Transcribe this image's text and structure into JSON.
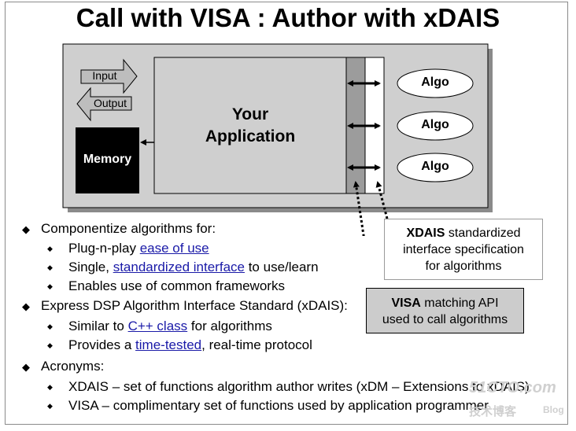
{
  "title": "Call with VISA  :  Author with xDAIS",
  "diagram": {
    "input_label": "Input",
    "output_label": "Output",
    "memory_label": "Memory",
    "app_line1": "Your",
    "app_line2": "Application",
    "algos": [
      "Algo",
      "Algo",
      "Algo"
    ]
  },
  "callouts": {
    "xdais": {
      "bold": "XDAIS",
      "line1_rest": " standardized",
      "line2": "interface specification",
      "line3": "for algorithms"
    },
    "visa": {
      "bold": "VISA",
      "line1_rest": " matching API",
      "line2": "used to call algorithms"
    }
  },
  "bullets": {
    "b1": "Componentize algorithms for:",
    "b1a_link": "ease of use",
    "b1a_pre": "Plug-n-play ",
    "b1b_pre": "Single, ",
    "b1b_link": "standardized interface",
    "b1b_post": " to use/learn",
    "b1c": "Enables use of common frameworks",
    "b2": "Express DSP Algorithm Interface Standard (xDAIS):",
    "b2a_pre": "Similar to ",
    "b2a_link": "C++ class",
    "b2a_post": " for algorithms",
    "b2b_pre": "Provides a ",
    "b2b_link": "time-tested",
    "b2b_post": ", real-time protocol",
    "b3": "Acronyms:",
    "b3a": "XDAIS – set of functions algorithm author writes (xDM – Extensions to xDAIS)",
    "b3b": "VISA   – complimentary set of functions used by application programmer"
  },
  "watermark": {
    "line1": "51CTO.com",
    "line2": "技术博客",
    "line3": "Blog"
  },
  "colors": {
    "link": "#1a1aa8",
    "panel": "#cfcfcf",
    "memory": "#000000",
    "callout_visa": "#cccccc"
  }
}
